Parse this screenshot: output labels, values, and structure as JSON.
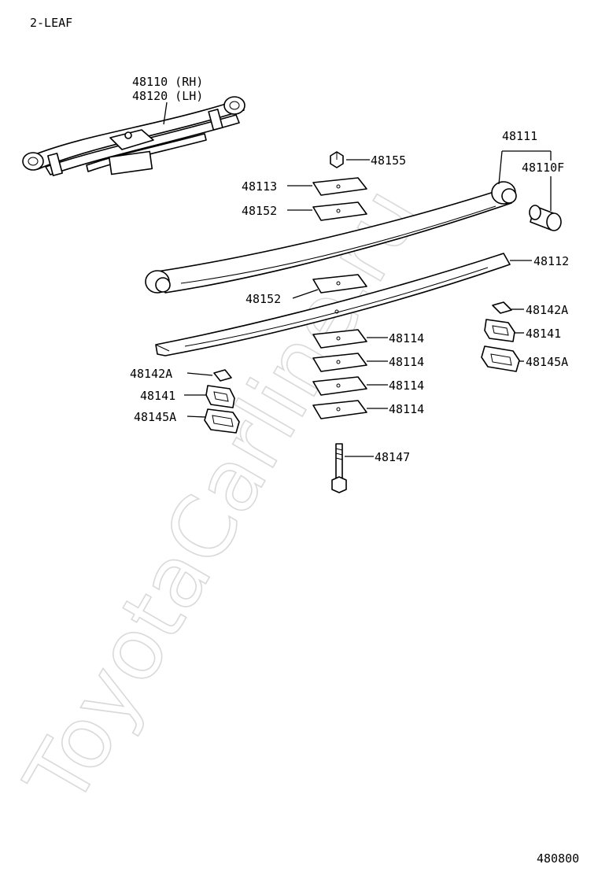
{
  "header": {
    "variant": "2-LEAF"
  },
  "footer": {
    "diagram_code": "480800"
  },
  "watermark": {
    "text": "ToyotaCarline.ru"
  },
  "callouts": {
    "leaf_spring_assy_rh": "48110 (RH)",
    "leaf_spring_assy_lh": "48120 (LH)",
    "leaf_no1": "48111",
    "bushing_front": "48110F",
    "nut": "48155",
    "clip_pad_upper": "48113",
    "silencer_upper": "48152",
    "leaf_no2": "48112",
    "silencer_lower": "48152",
    "rear_clip_bolt": "48142A",
    "rear_clip": "48141",
    "rear_clip_cover": "48145A",
    "front_clip_bolt": "48142A",
    "front_clip": "48141",
    "front_clip_cover": "48145A",
    "spacer_1": "48114",
    "spacer_2": "48114",
    "spacer_3": "48114",
    "spacer_4": "48114",
    "center_bolt": "48147"
  },
  "colors": {
    "line": "#000000",
    "background": "#ffffff",
    "watermark": "#d9d9d9"
  }
}
